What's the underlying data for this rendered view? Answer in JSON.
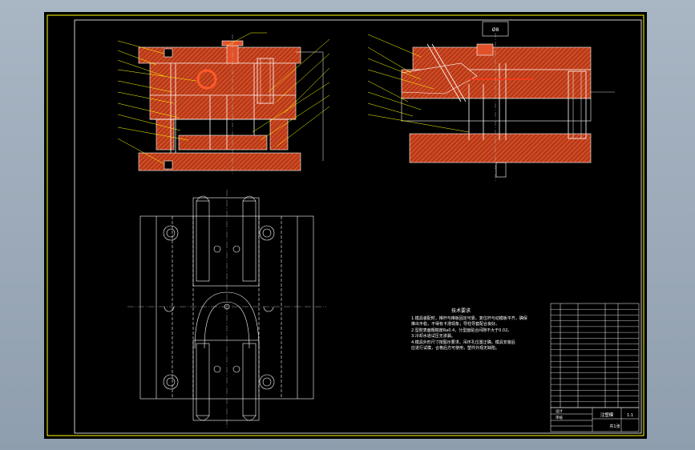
{
  "drawing": {
    "colors": {
      "background": "#000000",
      "section_fill": "#c7401c",
      "hatch": "#ff6a3a",
      "line_white": "#ffffff",
      "leader_yellow": "#ffff00",
      "frame_yellow": "#ffff00",
      "centerline": "#cfcfcf"
    },
    "title_box_label": "Ø8",
    "technical_requirements": {
      "title": "技术要求",
      "lines": [
        "1.模具装配时，推杆与推板固定可靠，复位杆与动模板平齐，确保",
        "推出平稳，不得有卡滞现象；导柱导套配合良好。",
        "2.型腔表面粗糙度Ra0.4，分型面贴合间隙不大于0.02。",
        "3.冷却水道试压无渗漏。",
        "4.模具外形尺寸按图示要求，吊环孔位置正确，模具安装后",
        "应进行试模，合格后方可使用，塑件外观无缺陷。"
      ]
    },
    "title_block": {
      "drawing_name": "注塑模",
      "scale": "1:1",
      "sheet": "共1张",
      "drawn": "设计",
      "checked": "审核"
    }
  }
}
